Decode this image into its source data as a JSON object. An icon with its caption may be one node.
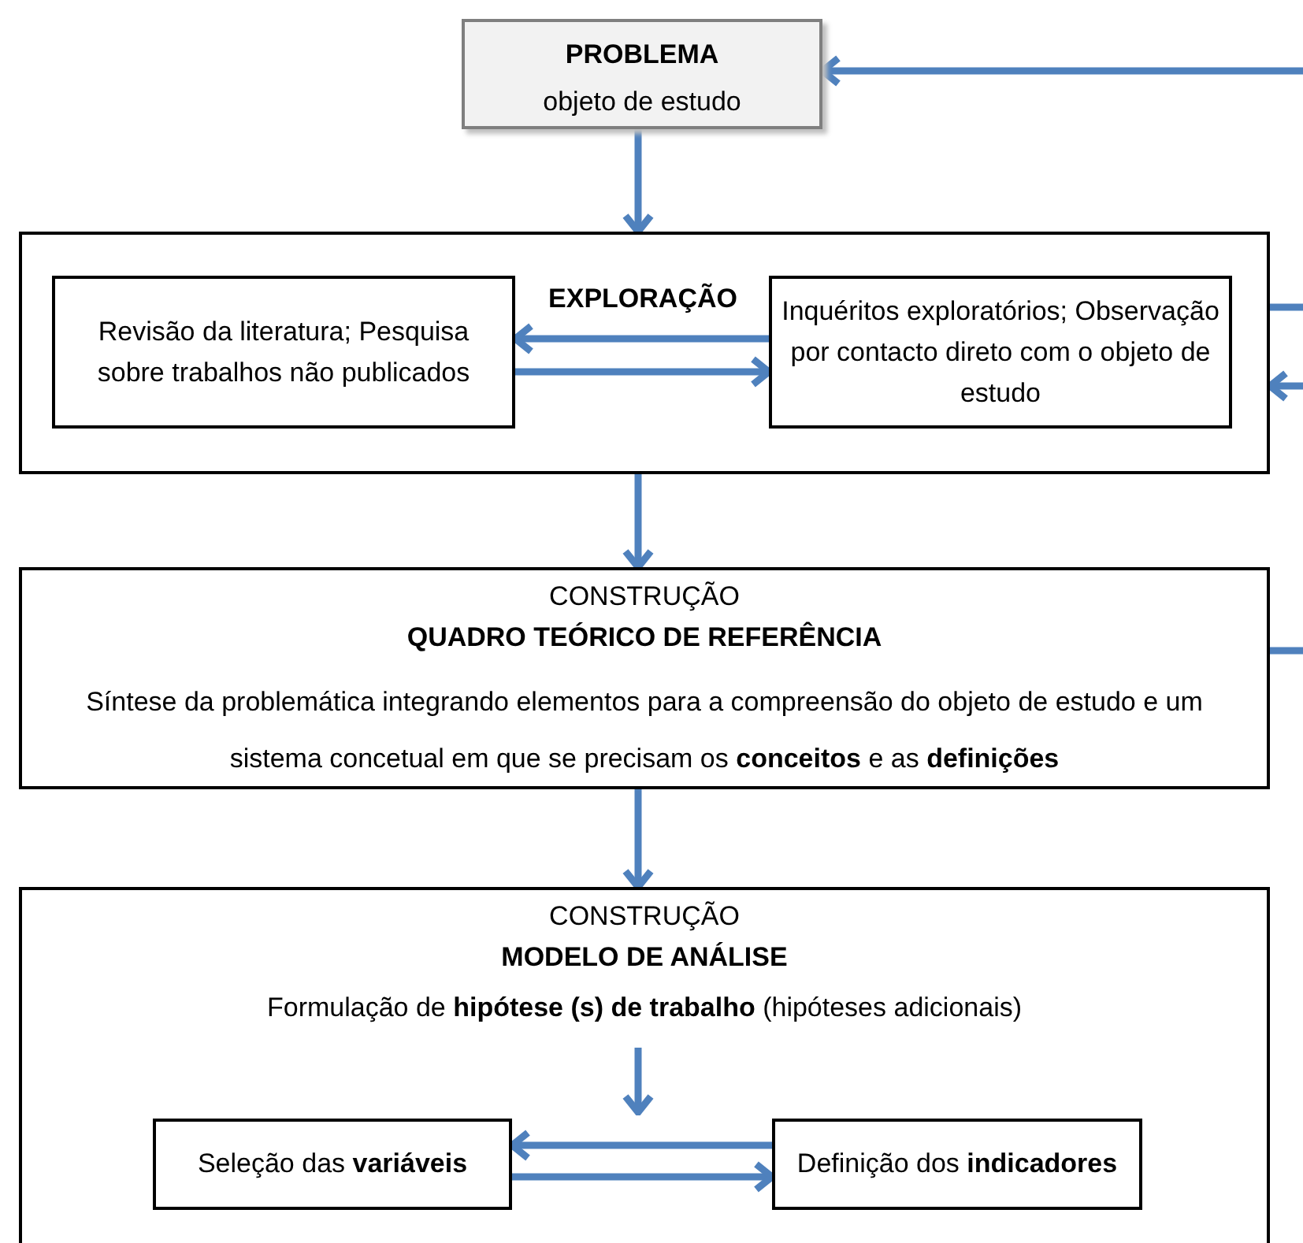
{
  "diagram": {
    "nodes": [
      {
        "text": [
          "PROBLEMA",
          "objeto de estudo"
        ]
      },
      {
        "text": [
          "EXPLORAÇÃO"
        ]
      },
      {
        "text": [
          "Revisão da literatura; Pesquisa sobre trabalhos não publicados"
        ],
        "in": 1
      },
      {
        "text": [
          "Inquéritos exploratórios; Observação por contacto direto com o objeto de estudo"
        ],
        "in": 1
      },
      {
        "text": [
          "CONSTRUÇÃO",
          "QUADRO TEÓRICO DE REFERÊNCIA",
          "Síntese da problemática integrando elementos para a compreensão do objeto de estudo e um sistema concetual em que se precisam os **conceitos** e as **definições**"
        ]
      },
      {
        "text": [
          "CONSTRUÇÃO",
          "MODELO DE ANÁLISE"
        ]
      },
      {
        "text": [
          "Formulação de **hipótese (s) de trabalho** (hipóteses adicionais)"
        ],
        "in": 5
      },
      {
        "text": [
          "Seleção das **variáveis**"
        ],
        "in": 5
      },
      {
        "text": [
          "Definição dos **indicadores**"
        ],
        "in": 5
      }
    ],
    "edges": [
      {
        "from": null,
        "to": 0,
        "arrow": "to"
      },
      {
        "from": 0,
        "to": 1,
        "arrow": "to"
      },
      {
        "from": 3,
        "to": 2,
        "arrow": "to"
      },
      {
        "from": 2,
        "to": 3,
        "arrow": "to"
      },
      {
        "from": 1,
        "to": null,
        "arrow": "none"
      },
      {
        "from": null,
        "to": 1,
        "arrow": "to"
      },
      {
        "from": 1,
        "to": 4,
        "arrow": "to"
      },
      {
        "from": 4,
        "to": null,
        "arrow": "none"
      },
      {
        "from": 4,
        "to": 5,
        "arrow": "to"
      },
      {
        "from": 6,
        "to": null,
        "arrow": "to"
      },
      {
        "from": 8,
        "to": 7,
        "arrow": "to"
      },
      {
        "from": 7,
        "to": 8,
        "arrow": "to"
      }
    ]
  }
}
